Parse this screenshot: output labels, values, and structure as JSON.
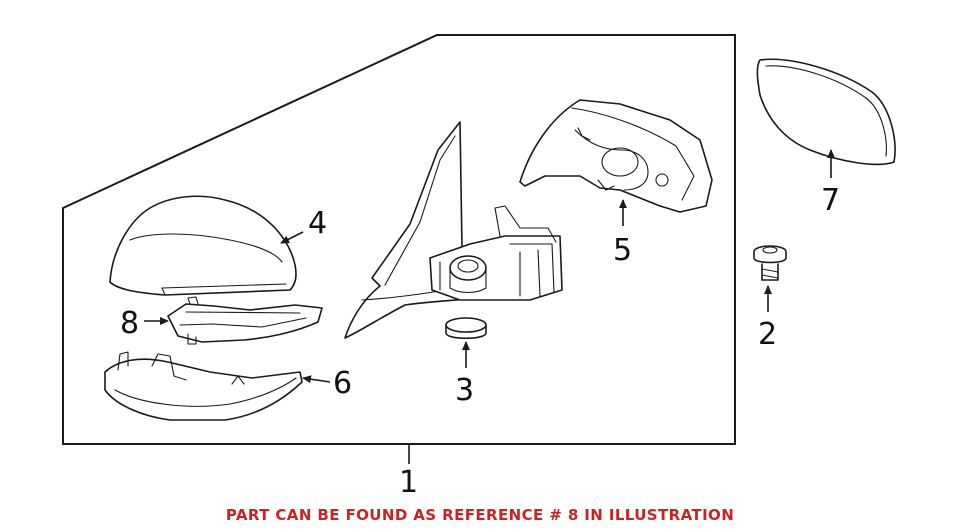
{
  "callouts": {
    "c1": "1",
    "c2": "2",
    "c3": "3",
    "c4": "4",
    "c5": "5",
    "c6": "6",
    "c7": "7",
    "c8": "8"
  },
  "footer_note": "PART CAN BE FOUND AS REFERENCE # 8 IN ILLUSTRATION",
  "colors": {
    "line": "#1a1a1a",
    "note": "#cc2222"
  }
}
